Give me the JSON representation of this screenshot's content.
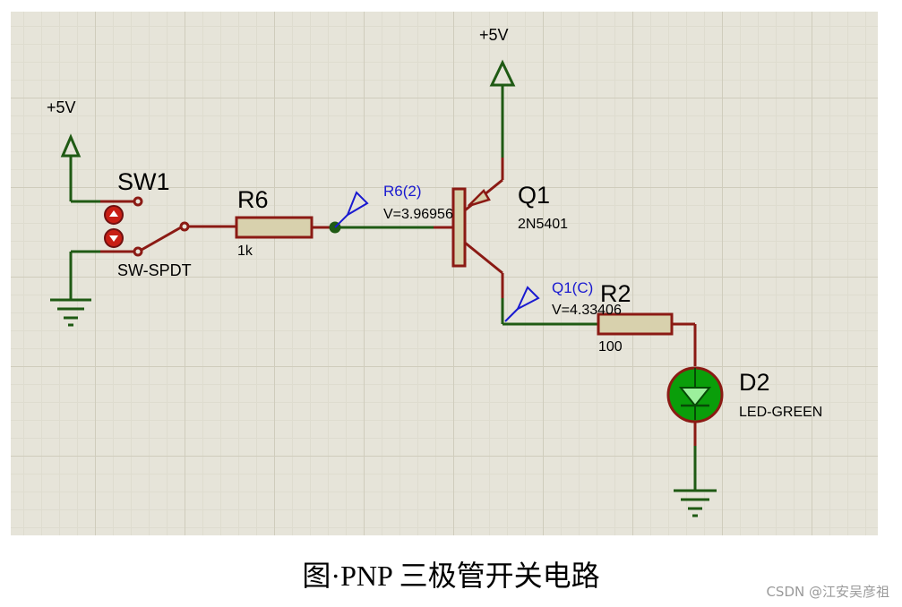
{
  "sw1": {
    "name": "SW1",
    "type": "SW-SPDT",
    "supply": "+5V"
  },
  "r6": {
    "name": "R6",
    "value": "1k",
    "probe_name": "R6(2)",
    "probe_value": "V=3.96956"
  },
  "q1": {
    "name": "Q1",
    "part": "2N5401",
    "supply": "+5V",
    "probe_name": "Q1(C)",
    "probe_value": "V=4.33406"
  },
  "r2": {
    "name": "R2",
    "value": "100"
  },
  "d2": {
    "name": "D2",
    "part": "LED-GREEN"
  },
  "caption": "图·PNP 三极管开关电路",
  "watermark": "CSDN @江安吴彦祖",
  "colors": {
    "wire": "#1f5a14",
    "component": "#8b1a14",
    "probe": "#1a1ad0",
    "led_fill": "#0a9e0a",
    "background": "#e6e4d9"
  }
}
